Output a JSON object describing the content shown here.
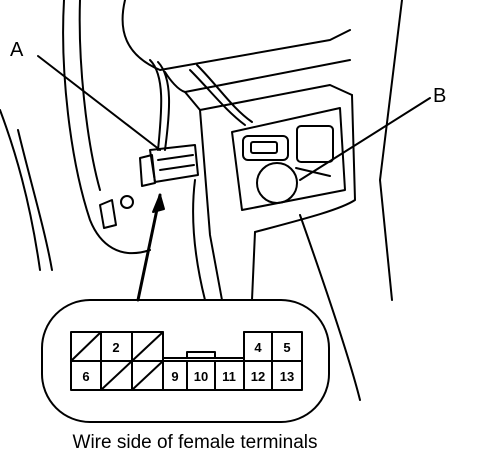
{
  "callouts": {
    "a": "A",
    "b": "B"
  },
  "connector": {
    "top_row": [
      "",
      "2",
      "",
      "",
      "",
      "4",
      "5"
    ],
    "bottom_row": [
      "6",
      "",
      "",
      "9",
      "10",
      "11",
      "12",
      "13"
    ]
  },
  "caption": "Wire side of female terminals",
  "colors": {
    "line": "#000000",
    "background": "#ffffff"
  }
}
